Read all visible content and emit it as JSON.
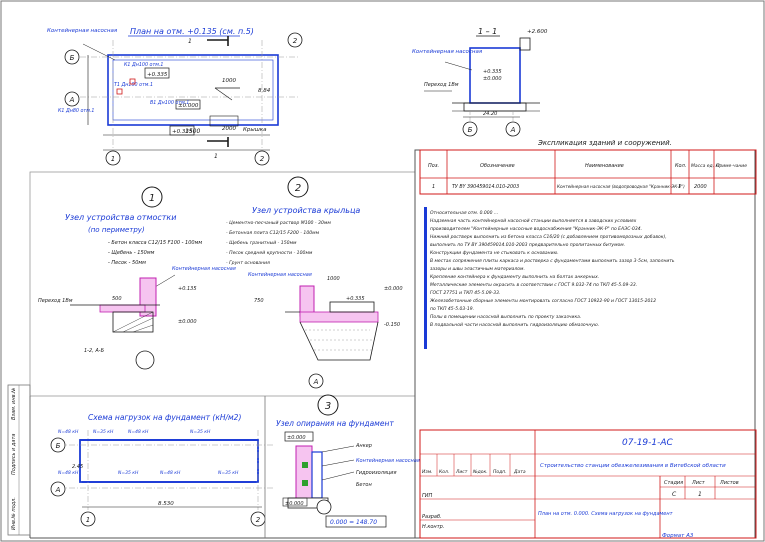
{
  "plan": {
    "title": "План на отм. +0.135 (см. п.5)",
    "container_label": "Контейнерная насосная",
    "axis_6": "Б",
    "axis_a": "А",
    "axis_1": "1",
    "axis_2": "2",
    "cut_label": "1",
    "elev_1": "+0.335",
    "elev_2": "±0.000",
    "elev_3": "+0.335",
    "dim_1": "1000",
    "dim_2": "2000",
    "dim_3": "8.84",
    "dim_4": "1500",
    "tag_1": "К1 Дн100 отм.1",
    "tag_2": "Т1 Дн100 отм.1",
    "tag_3": "В1 Дн100 отм.1",
    "tag_4": "К1 Дн80 отм.1",
    "outlet": "Крышка"
  },
  "section": {
    "title": "1 – 1",
    "container_label": "Контейнерная насосная",
    "ground_label": "Переход 1Вм",
    "elev_top": "+2.600",
    "elev_mid": "+0.335",
    "elev_base": "±0.000",
    "axis_b": "Б",
    "axis_a": "А",
    "dim": "24.20"
  },
  "spec": {
    "title": "Экспликация зданий и сооружений.",
    "headers": [
      "Поз.",
      "Обозначение",
      "Наименование",
      "Кол.",
      "Масса ед. кг",
      "Приме-чание"
    ],
    "row": [
      "1",
      "ТУ BY 390459014.010-2003",
      "Контейнерная насосная (водопроводная \"Кранник-ЭК-Р\")",
      "1",
      "2000",
      ""
    ]
  },
  "notes": [
    "Относительная отм. 0.000 ...",
    "Надземная часть контейнерной насосной станции выполняется в заводских условиях",
    "производителем \"Контейнерные насосные водоснабжения \"Кранник-ЭК-Р\" по ЕАЭС-034.",
    "Нижний ростверк выполнить из бетона класса С16/20 (с добавлением противоморозных добавок),",
    "выполнить по ТУ BY 390459014.010-2003 предварительно пропитанных битумом.",
    "Конструкции фундамента не стыковать к основанию.",
    "В местах сопряжения плиты каркаса и ростверка с фундаментами выполнить зазор 3-5см, заполнить",
    "зазоры и швы эластичным материалом.",
    "Крепление контейнера к фундаменту выполнить на болтах анкерных.",
    "Металлические элементы окрасить в соответствии с ГОСТ 9.032-74 по ТКП 45-5.09-33.",
    "ГОСТ 27751 и ТКП 45-5.09-33.",
    "Железобетонные сборные элементы монтировать согласно ГОСТ 10922-90 и ГОСТ 13015-2012",
    "по ТКП 45-5.03-19.",
    "Полы в помещении насосной выполнить по проекту заказчика.",
    "В подвальной части насосной выполнить гидроизоляцию обмазочную."
  ],
  "node1": {
    "circle": "1",
    "title_1": "Узел устройства отмостки",
    "title_2": "(по периметру)",
    "layers": [
      "- Бетон класса С12/15 F100 - 100мм",
      "- Щебень - 150мм",
      "- Песок - 50мм"
    ],
    "container_label": "Контейнерная насосная",
    "ground_label": "Переход 1Вм",
    "elev_1": "+0.135",
    "elev_2": "±0.000",
    "note": "1-2, А-Б",
    "dim": "500"
  },
  "node2": {
    "circle": "2",
    "title": "Узел устройства крыльца",
    "layers": [
      "- Цементно-песчаный раствор М100 - 30мм",
      "- Бетонная плита С12/15 F200 - 100мм",
      "- Щебень гранитный - 150мм",
      "- Песок средней крупности - 100мм",
      "- Грунт основания"
    ],
    "container_label": "Контейнерная насосная",
    "elev_1": "+0.335",
    "elev_2": "±0.000",
    "elev_3": "-0.150",
    "axis": "А",
    "dim_1": "1000",
    "dim_2": "750"
  },
  "foundation": {
    "title": "Схема нагрузок на фундамент (кН/м2)",
    "loads": [
      "N=48 кН",
      "N=35 кН",
      "N=48 кН",
      "N=35 кН",
      "N=48 кН",
      "N=35 кН",
      "N=48 кН",
      "N=35 кН"
    ],
    "axis_b": "Б",
    "axis_a": "А",
    "axis_1": "1",
    "axis_2": "2",
    "dim": "8.530",
    "width": "2.45"
  },
  "node3": {
    "circle": "3",
    "title": "Узел опирания на фундамент",
    "labels": [
      "±0.000",
      "Анкер",
      "Контейнерная насосная",
      "Гидроизоляция",
      "Бетон"
    ],
    "elev": "±0.000",
    "note": "0.000 = 148.70"
  },
  "title_block": {
    "code": "07-19-1-АС",
    "project": "Строительство станции обезжелезивания в Витебской области",
    "sheet_name": "План на отм. 0.000. Схема нагрузок на фундамент",
    "stage_label": "Стадия",
    "stage": "С",
    "sheet_label": "Лист",
    "sheet": "1",
    "sheets_label": "Листов",
    "sheets": "",
    "roles": [
      "ГИП",
      "Разраб.",
      "Н.контр."
    ],
    "cols": [
      "Изм.",
      "Кол.",
      "Лист",
      "№док.",
      "Подп.",
      "Дата"
    ],
    "format": "Формат А3"
  },
  "side_stamp": [
    "Инв.№ подл.",
    "Подпись и дата",
    "Взам. инв.№"
  ],
  "colors": {
    "line": "#1a1a1a",
    "blue": "#1a3ad6",
    "red": "#d01818",
    "magenta": "#c020b0",
    "green": "#2ea02e"
  }
}
